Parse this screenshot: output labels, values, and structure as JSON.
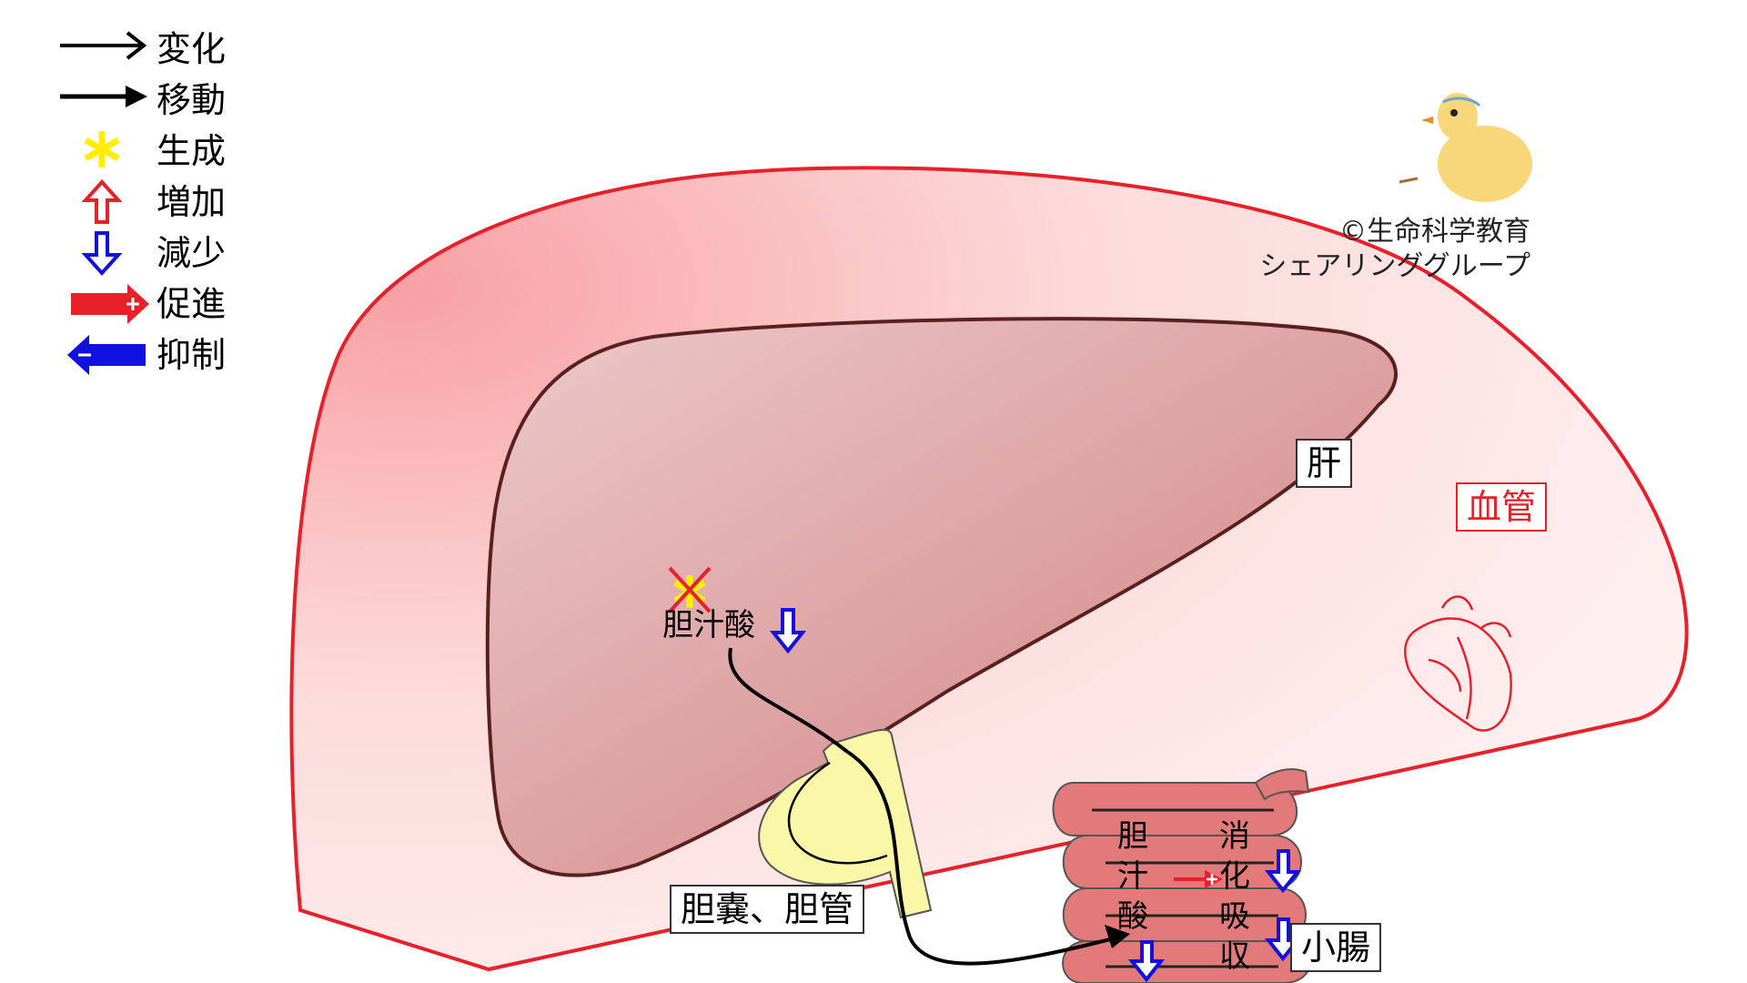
{
  "legend": [
    {
      "key": "change",
      "label": "変化"
    },
    {
      "key": "move",
      "label": "移動"
    },
    {
      "key": "generate",
      "label": "生成"
    },
    {
      "key": "increase",
      "label": "増加"
    },
    {
      "key": "decrease",
      "label": "減少"
    },
    {
      "key": "promote",
      "label": "促進"
    },
    {
      "key": "inhibit",
      "label": "抑制"
    }
  ],
  "labels": {
    "liver": "肝",
    "blood_vessel": "血管",
    "gallbladder_duct": "胆嚢、胆管",
    "small_intestine": "小腸",
    "bile_acid_liver": "胆汁酸",
    "intestine_bile": [
      "胆",
      "汁",
      "酸"
    ],
    "intestine_absorption": [
      "消",
      "化",
      "吸",
      "収"
    ]
  },
  "copyright": {
    "line1": "©生命科学教育",
    "line2": "シェアリンググループ"
  },
  "colors": {
    "vessel_outline": "#e8202a",
    "vessel_fill": "#fbdcdc",
    "liver_fill": "#d99a9a",
    "liver_outline": "#6b2626",
    "gallbladder": "#fbf7a8",
    "intestine": "#e27a7a",
    "increase": "#e8202a",
    "decrease": "#1010e0",
    "generate": "#ffee00"
  },
  "icons": [
    "heart-icon",
    "chick-icon"
  ]
}
